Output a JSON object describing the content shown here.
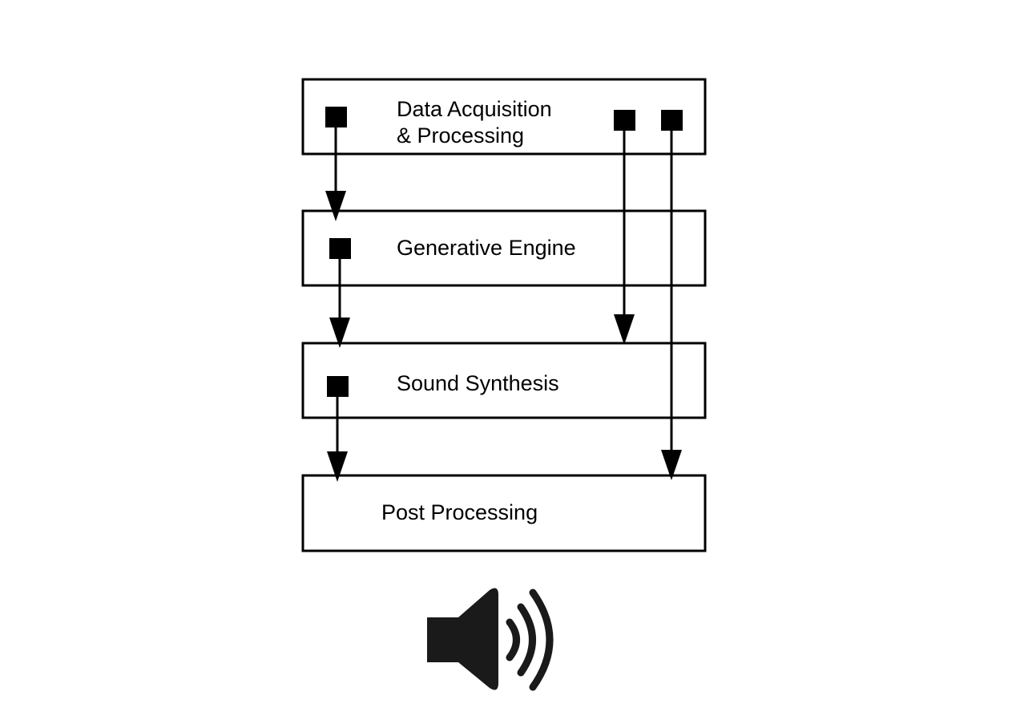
{
  "stages": [
    {
      "id": "data-acquisition",
      "lines": [
        "Data Acquisition",
        "& Processing"
      ]
    },
    {
      "id": "generative-engine",
      "lines": [
        "Generative Engine"
      ]
    },
    {
      "id": "sound-synthesis",
      "lines": [
        "Sound Synthesis"
      ]
    },
    {
      "id": "post-processing",
      "lines": [
        "Post Processing"
      ]
    }
  ],
  "connections": [
    {
      "from": "data-acquisition",
      "to": "generative-engine"
    },
    {
      "from": "generative-engine",
      "to": "sound-synthesis"
    },
    {
      "from": "sound-synthesis",
      "to": "post-processing"
    },
    {
      "from": "data-acquisition",
      "to": "sound-synthesis"
    },
    {
      "from": "data-acquisition",
      "to": "post-processing"
    }
  ],
  "output_icon": "speaker-icon",
  "colors": {
    "stroke": "#000000",
    "background": "#ffffff",
    "icon": "#1a1a1a"
  }
}
